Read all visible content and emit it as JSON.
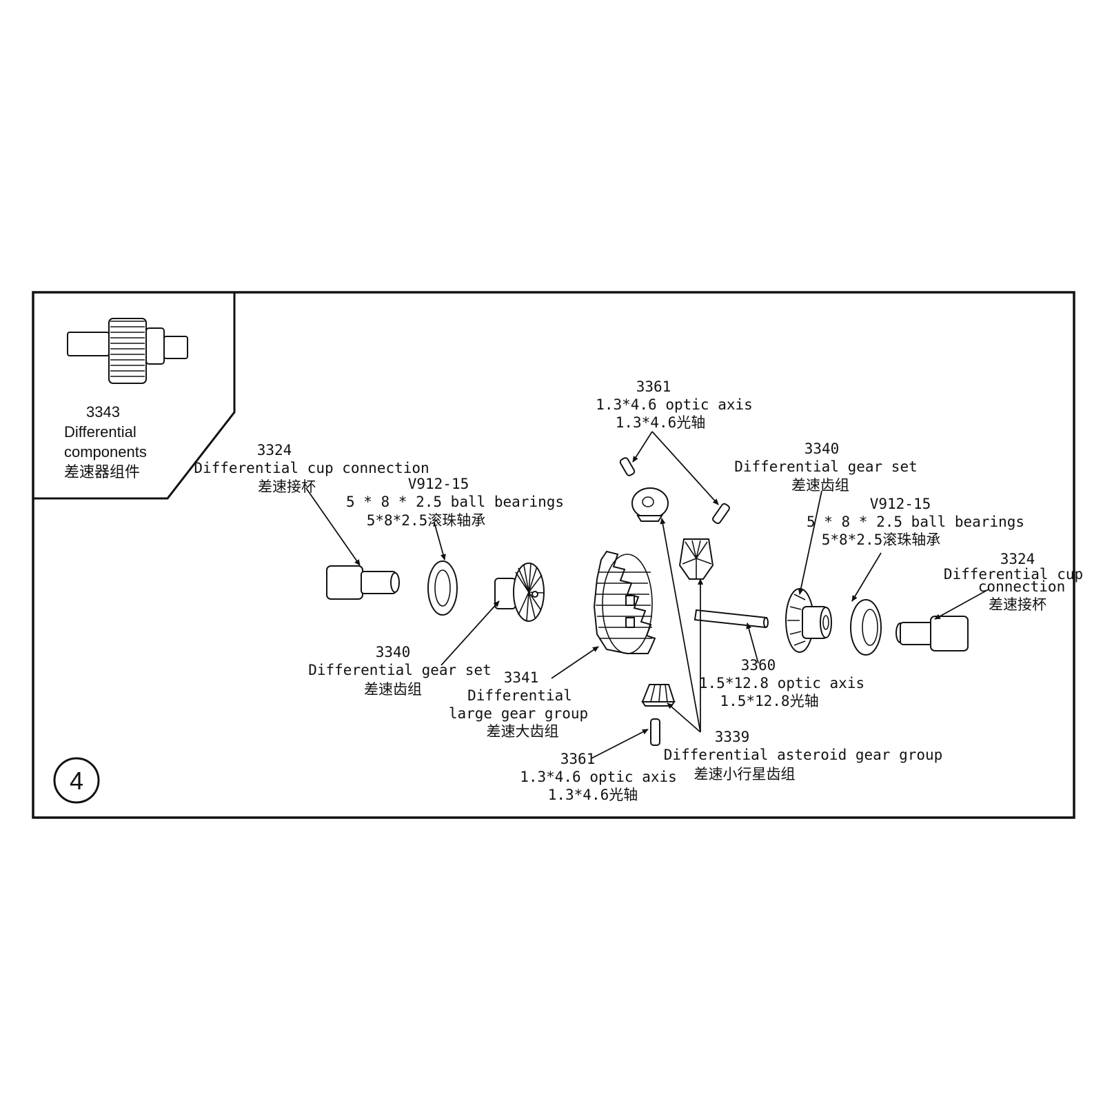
{
  "step_number": "4",
  "inset": {
    "part_no": "3343",
    "name_line1": "Differential",
    "name_line2": "components",
    "name_cn": "差速器组件"
  },
  "labels": {
    "cup_left": {
      "no": "3324",
      "en": "Differential cup connection",
      "cn": "差速接杯"
    },
    "bearing_left": {
      "no": "V912-15",
      "en": "5 * 8 * 2.5 ball bearings",
      "cn": "5*8*2.5滚珠轴承"
    },
    "gearset_left": {
      "no": "3340",
      "en": "Differential gear set",
      "cn": "差速齿组"
    },
    "large_gear": {
      "no": "3341",
      "en1": "Differential",
      "en2": "large gear group",
      "cn": "差速大齿组"
    },
    "pin_top": {
      "no": "3361",
      "en": "1.3*4.6 optic axis",
      "cn": "1.3*4.6光轴"
    },
    "pin_bottom": {
      "no": "3361",
      "en": "1.3*4.6 optic axis",
      "cn": "1.3*4.6光轴"
    },
    "shaft": {
      "no": "3360",
      "en": "1.5*12.8 optic axis",
      "cn": "1.5*12.8光轴"
    },
    "asteroid": {
      "no": "3339",
      "en": "Differential asteroid gear group",
      "cn": "差速小行星齿组"
    },
    "gearset_right": {
      "no": "3340",
      "en": "Differential gear set",
      "cn": "差速齿组"
    },
    "bearing_right": {
      "no": "V912-15",
      "en": "5 * 8 * 2.5 ball bearings",
      "cn": "5*8*2.5滚珠轴承"
    },
    "cup_right": {
      "no": "3324",
      "en1": "Differential cup",
      "en2": "connection",
      "cn": "差速接杯"
    }
  }
}
